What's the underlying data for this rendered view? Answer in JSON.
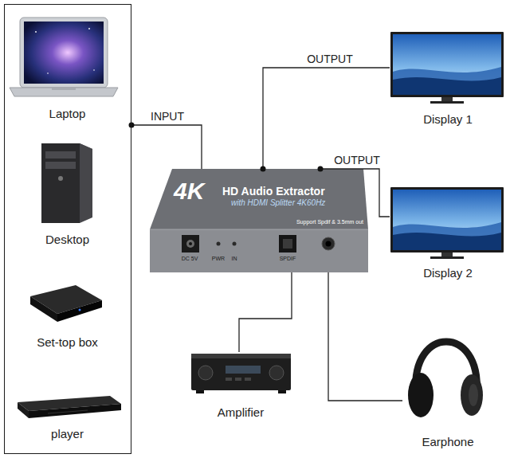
{
  "diagram": {
    "nodes": [
      {
        "text": []
      },
      {
        "text": [
          "Laptop"
        ],
        "in": 0
      },
      {
        "text": [
          "Desktop"
        ],
        "in": 0
      },
      {
        "text": [
          "Set-top box"
        ],
        "in": 0
      },
      {
        "text": [
          "player"
        ],
        "in": 0
      },
      {
        "text": [
          "4K",
          "HD Audio Extractor",
          "with HDMI Splitter 4K60Hz",
          "Support Spdif & 3.5mm out",
          "DC 5V",
          "PWR",
          "IN",
          "SPDIF"
        ]
      },
      {
        "text": [
          "Display 1"
        ]
      },
      {
        "text": [
          "Display 2"
        ]
      },
      {
        "text": [
          "Amplifier"
        ]
      },
      {
        "text": [
          "Earphone"
        ]
      }
    ],
    "edges": [
      {
        "from": 0,
        "to": 5,
        "label": "INPUT",
        "arrow": "none"
      },
      {
        "from": 5,
        "to": 6,
        "label": "OUTPUT",
        "arrow": "none"
      },
      {
        "from": 5,
        "to": 7,
        "label": "OUTPUT",
        "arrow": "none"
      },
      {
        "from": 5,
        "to": 8,
        "arrow": "none"
      },
      {
        "from": 5,
        "to": 9,
        "arrow": "none"
      }
    ]
  }
}
